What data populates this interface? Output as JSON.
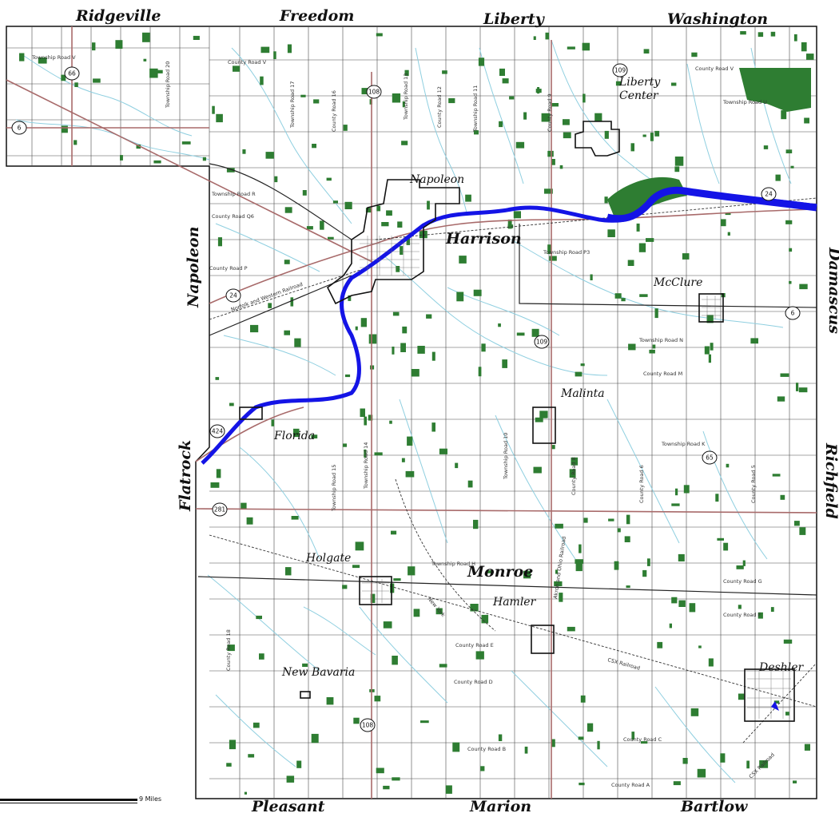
{
  "townships": {
    "ridgeville": "Ridgeville",
    "freedom": "Freedom",
    "liberty": "Liberty",
    "washington": "Washington",
    "napoleon": "Napoleon",
    "harrison": "Harrison",
    "damascus": "Damascus",
    "flatrock": "Flatrock",
    "richfield": "Richfield",
    "monroe": "Monroe",
    "pleasant": "Pleasant",
    "marion": "Marion",
    "bartlow": "Bartlow"
  },
  "towns": {
    "napoleon": "Napoleon",
    "liberty_center_1": "Liberty",
    "liberty_center_2": "Center",
    "mcclure": "McClure",
    "malinta": "Malinta",
    "florida": "Florida",
    "holgate": "Holgate",
    "hamler": "Hamler",
    "new_bavaria": "New Bavaria",
    "deshler": "Deshler"
  },
  "routes": {
    "r66": "66",
    "r6w": "6",
    "r108n": "108",
    "r109n": "109",
    "r24e": "24",
    "r24w": "24",
    "r6e": "6",
    "r109s": "109",
    "r65": "65",
    "r424": "424",
    "r281": "281",
    "r108s": "108"
  },
  "roads": {
    "twp_v": "Township Road V",
    "cr_v": "County Road V",
    "cr_v2": "County Road V",
    "twp_u": "Township Road U",
    "twp_r": "Township Road R",
    "cr_q": "County Road Q6",
    "cr_p": "County Road P",
    "twp_p": "Township Road P3",
    "twp_n": "Township Road N",
    "cr_m": "County Road M",
    "twp_k": "Township Road K",
    "twp_h": "Township Road H",
    "cr_g": "County Road G",
    "cr_f": "County Road F",
    "cr_e": "County Road E",
    "cr_d": "County Road D",
    "cr_c": "County Road C",
    "cr_b": "County Road B",
    "cr_a": "County Road A",
    "csx_1": "CSX Railroad",
    "csx_2": "CSX Railroad",
    "rr_nw": "Norfolk and Western Railroad",
    "rr_ao": "Akron and Ohio Railroad",
    "rr_ny": "New York",
    "v_tr20": "Township Road 20",
    "v_tr17": "Township Road 17",
    "v_cr16": "County Road 16",
    "v_tr13": "Township Road 13",
    "v_cr12": "County Road 12",
    "v_tr11": "Township Road 11",
    "v_cr9": "County Road 9",
    "v_tr14": "Township Road 14",
    "v_tr15": "Township Road 15",
    "v_tr10": "Township Road 10",
    "v_cr8": "County Road 8",
    "v_cr6": "County Road 6",
    "v_cr18": "County Road 18",
    "v_cr5": "County Road 5"
  },
  "scale": {
    "label": "9  Miles"
  },
  "colors": {
    "river": "#1414e6",
    "woods": "#2e7d32",
    "grid": "#3a3a3a",
    "stream": "#8fcfe0",
    "highway": "#a86a6a",
    "boundary": "#111111"
  }
}
